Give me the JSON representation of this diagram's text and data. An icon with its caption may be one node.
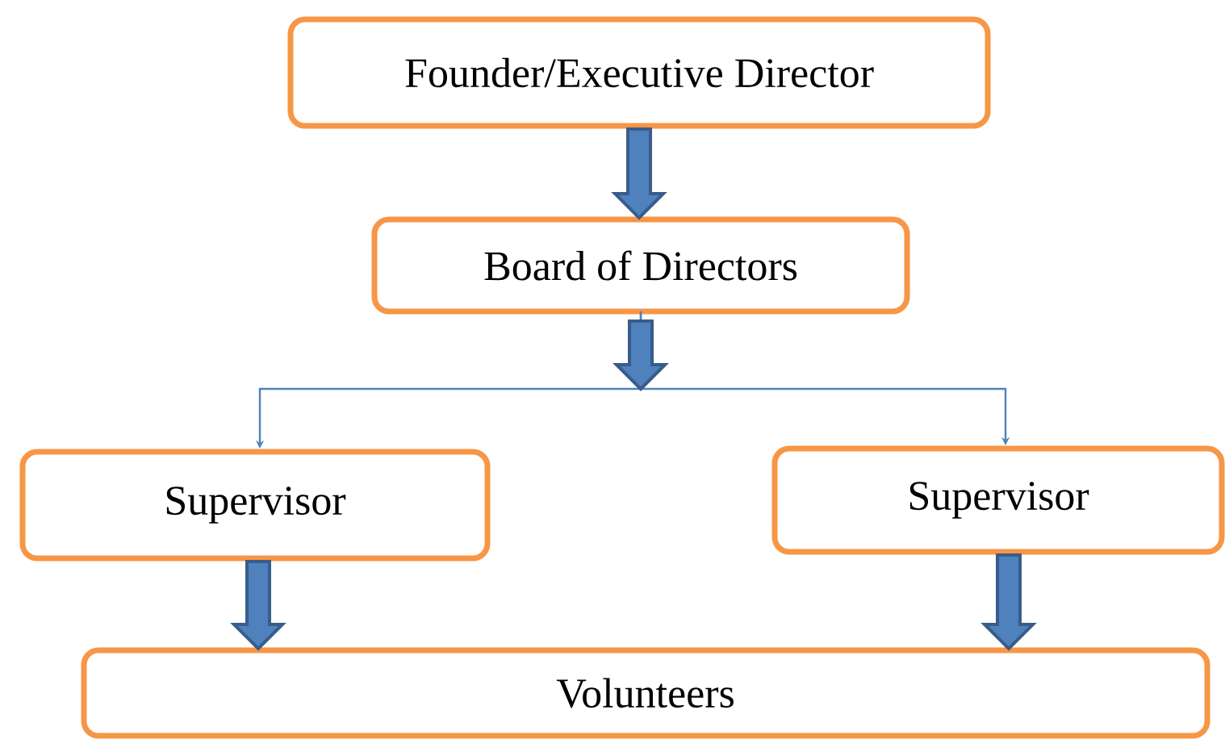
{
  "diagram": {
    "nodes": [
      {
        "text": [
          "Founder/Executive Director"
        ]
      },
      {
        "text": [
          "Board of Directors"
        ]
      },
      {
        "text": [
          "Supervisor"
        ]
      },
      {
        "text": [
          "Supervisor"
        ]
      },
      {
        "text": [
          "Volunteers"
        ]
      }
    ],
    "edges": [
      {
        "from": 0,
        "to": 1,
        "arrow": "to"
      },
      {
        "from": 1,
        "to": 2,
        "arrow": "to"
      },
      {
        "from": 1,
        "to": 3,
        "arrow": "to"
      },
      {
        "from": 2,
        "to": 4,
        "arrow": "to"
      },
      {
        "from": 3,
        "to": 4,
        "arrow": "to"
      }
    ]
  }
}
